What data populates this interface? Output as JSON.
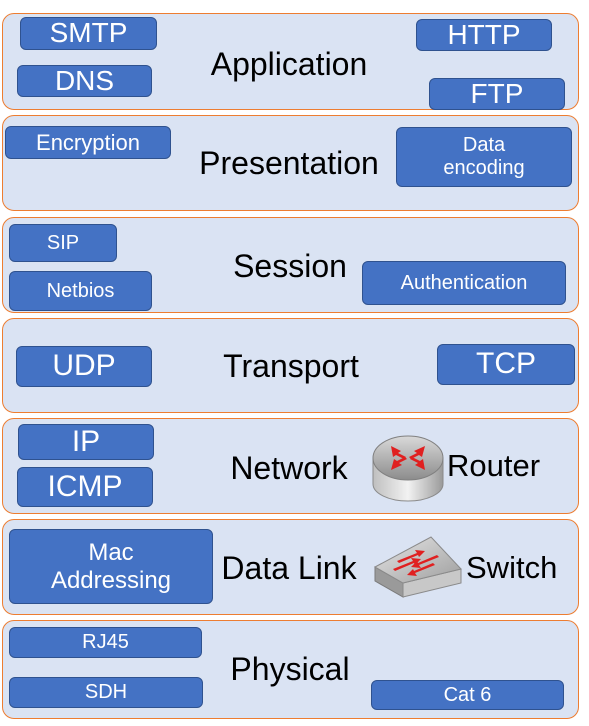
{
  "colors": {
    "layer_fill": "#dae3f3",
    "layer_border": "#ed7d31",
    "tag_fill": "#4472c4",
    "tag_border": "#2f528f",
    "tag_text": "#ffffff",
    "router_arrow": "#e02020"
  },
  "layers": {
    "application": {
      "title": "Application",
      "tags": [
        "SMTP",
        "DNS",
        "HTTP",
        "FTP"
      ]
    },
    "presentation": {
      "title": "Presentation",
      "tags": [
        "Encryption",
        "Data encoding"
      ]
    },
    "session": {
      "title": "Session",
      "tags": [
        "SIP",
        "Netbios",
        "Authentication"
      ]
    },
    "transport": {
      "title": "Transport",
      "tags": [
        "UDP",
        "TCP"
      ]
    },
    "network": {
      "title": "Network",
      "tags": [
        "IP",
        "ICMP"
      ],
      "device_label": "Router",
      "device_icon": "router-icon"
    },
    "datalink": {
      "title": "Data Link",
      "tags": [
        "Mac Addressing"
      ],
      "device_label": "Switch",
      "device_icon": "switch-icon"
    },
    "physical": {
      "title": "Physical",
      "tags": [
        "RJ45",
        "SDH",
        "Cat 6"
      ]
    }
  }
}
